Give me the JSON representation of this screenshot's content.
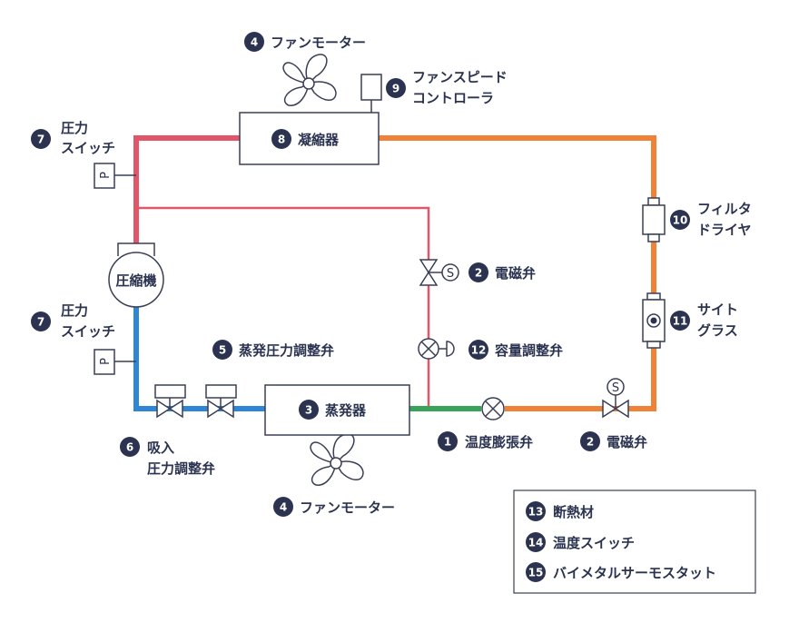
{
  "colors": {
    "hot_gas": "#e2566a",
    "liquid": "#ef8236",
    "suction": "#2f86d6",
    "mix": "#3aa35a",
    "ink": "#2b3350",
    "outline": "#3a3f55"
  },
  "labels": {
    "fan_motor_top": {
      "num": "4",
      "text": "ファンモーター"
    },
    "fan_speed_controller": {
      "num": "9",
      "line1": "ファンスピード",
      "line2": "コントローラ"
    },
    "condenser": {
      "num": "8",
      "text": "凝縮器"
    },
    "pressure_switch_high": {
      "num": "7",
      "line1": "圧力",
      "line2": "スイッチ"
    },
    "pressure_switch_low": {
      "num": "7",
      "line1": "圧力",
      "line2": "スイッチ"
    },
    "compressor": {
      "text": "圧縮機"
    },
    "filter_dryer": {
      "num": "10",
      "line1": "フィルタ",
      "line2": "ドライヤ"
    },
    "sight_glass": {
      "num": "11",
      "line1": "サイト",
      "line2": "グラス"
    },
    "solenoid_valve_bypass": {
      "num": "2",
      "text": "電磁弁"
    },
    "capacity_valve": {
      "num": "12",
      "text": "容量調整弁"
    },
    "evap_pressure_valve": {
      "num": "5",
      "text": "蒸発圧力調整弁"
    },
    "evaporator": {
      "num": "3",
      "text": "蒸発器"
    },
    "expansion_valve": {
      "num": "1",
      "text": "温度膨張弁"
    },
    "solenoid_valve_liquid": {
      "num": "2",
      "text": "電磁弁"
    },
    "suction_pressure_valve": {
      "num": "6",
      "line1": "吸入",
      "line2": "圧力調整弁"
    },
    "fan_motor_bottom": {
      "num": "4",
      "text": "ファンモーター"
    },
    "p_symbol": "P",
    "s_symbol": "S"
  },
  "legend": [
    {
      "num": "13",
      "text": "断熱材"
    },
    {
      "num": "14",
      "text": "温度スイッチ"
    },
    {
      "num": "15",
      "text": "バイメタルサーモスタット"
    }
  ]
}
